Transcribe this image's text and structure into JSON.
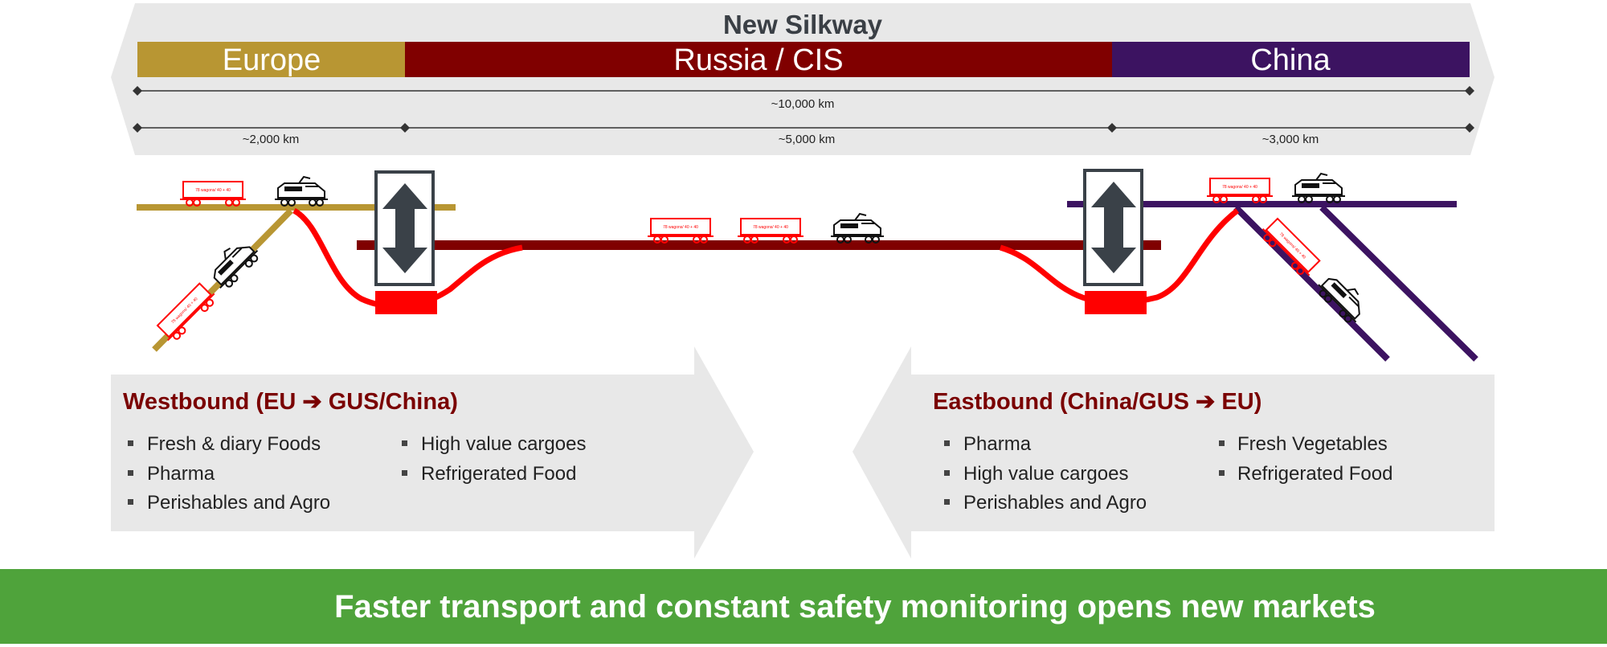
{
  "header": {
    "title": "New Silkway"
  },
  "regions": [
    {
      "name": "Europe",
      "color": "#b89633"
    },
    {
      "name": "Russia / CIS",
      "color": "#800000"
    },
    {
      "name": "China",
      "color": "#3c1361"
    }
  ],
  "distances": {
    "total": "~10,000 km",
    "europe": "~2,000 km",
    "russia": "~5,000 km",
    "china": "~3,000 km"
  },
  "wagon_label": "78 wagons/ 40 + 40",
  "westbound": {
    "title": "Westbound (EU ➔ GUS/China)",
    "col1": [
      "Fresh & diary Foods",
      "Pharma",
      "Perishables and Agro"
    ],
    "col2": [
      "High value cargoes",
      "Refrigerated Food"
    ]
  },
  "eastbound": {
    "title": "Eastbound (China/GUS ➔ EU)",
    "col1": [
      "Pharma",
      "High value cargoes",
      "Perishables and Agro"
    ],
    "col2": [
      "Fresh Vegetables",
      "Refrigerated Food"
    ]
  },
  "banner": {
    "text": "Faster transport and constant safety monitoring opens new markets"
  },
  "colors": {
    "europe_track": "#b89633",
    "russia_track": "#800000",
    "china_track": "#3c1361",
    "transfer_red": "#ff0000",
    "banner_green": "#4fa33b",
    "heading_red": "#7a0000",
    "arrow_dark": "#3a4148",
    "panel_grey": "#e8e8e8"
  }
}
